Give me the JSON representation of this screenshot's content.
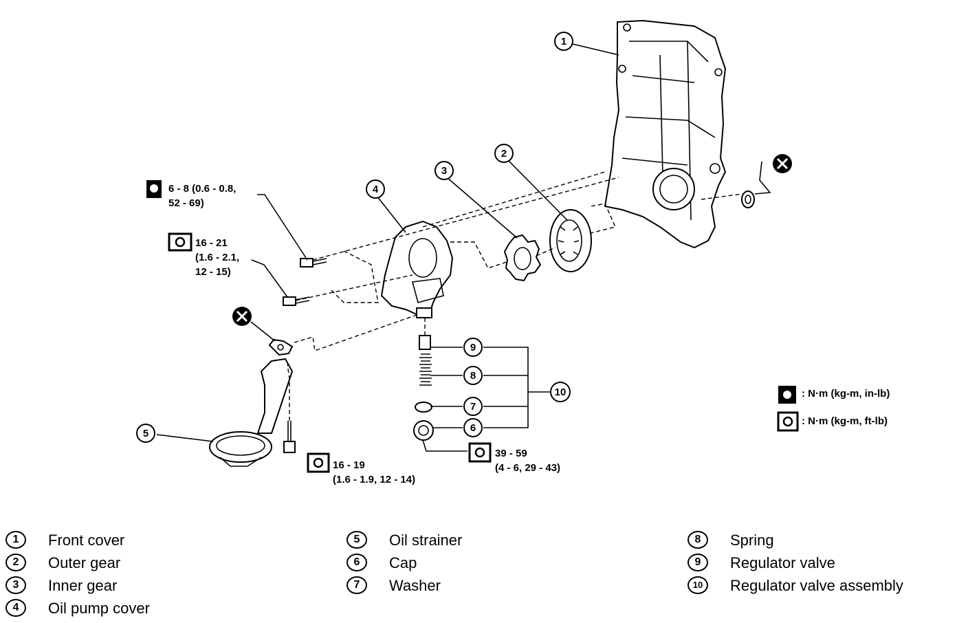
{
  "callouts": [
    "1",
    "2",
    "3",
    "4",
    "5",
    "6",
    "7",
    "8",
    "9",
    "10"
  ],
  "torque_specs": {
    "t1": {
      "line1": "6 - 8 (0.6 - 0.8,",
      "line2": "52 - 69)"
    },
    "t2": {
      "line1": "16 - 21",
      "line2": "(1.6 - 2.1,",
      "line3": "12 - 15)"
    },
    "t3": {
      "line1": "16 - 19",
      "line2": "(1.6 - 1.9, 12 - 14)"
    },
    "t4": {
      "line1": "39 - 59",
      "line2": "(4 - 6, 29 - 43)"
    }
  },
  "legend": {
    "inlb": ": N·m (kg-m, in-lb)",
    "ftlb": ": N·m (kg-m, ft-lb)"
  },
  "parts": [
    {
      "num": "1",
      "name": "Front cover"
    },
    {
      "num": "2",
      "name": "Outer gear"
    },
    {
      "num": "3",
      "name": "Inner gear"
    },
    {
      "num": "4",
      "name": "Oil pump cover"
    },
    {
      "num": "5",
      "name": "Oil strainer"
    },
    {
      "num": "6",
      "name": "Cap"
    },
    {
      "num": "7",
      "name": "Washer"
    },
    {
      "num": "8",
      "name": "Spring"
    },
    {
      "num": "9",
      "name": "Regulator valve"
    },
    {
      "num": "10",
      "name": "Regulator valve assembly"
    }
  ]
}
